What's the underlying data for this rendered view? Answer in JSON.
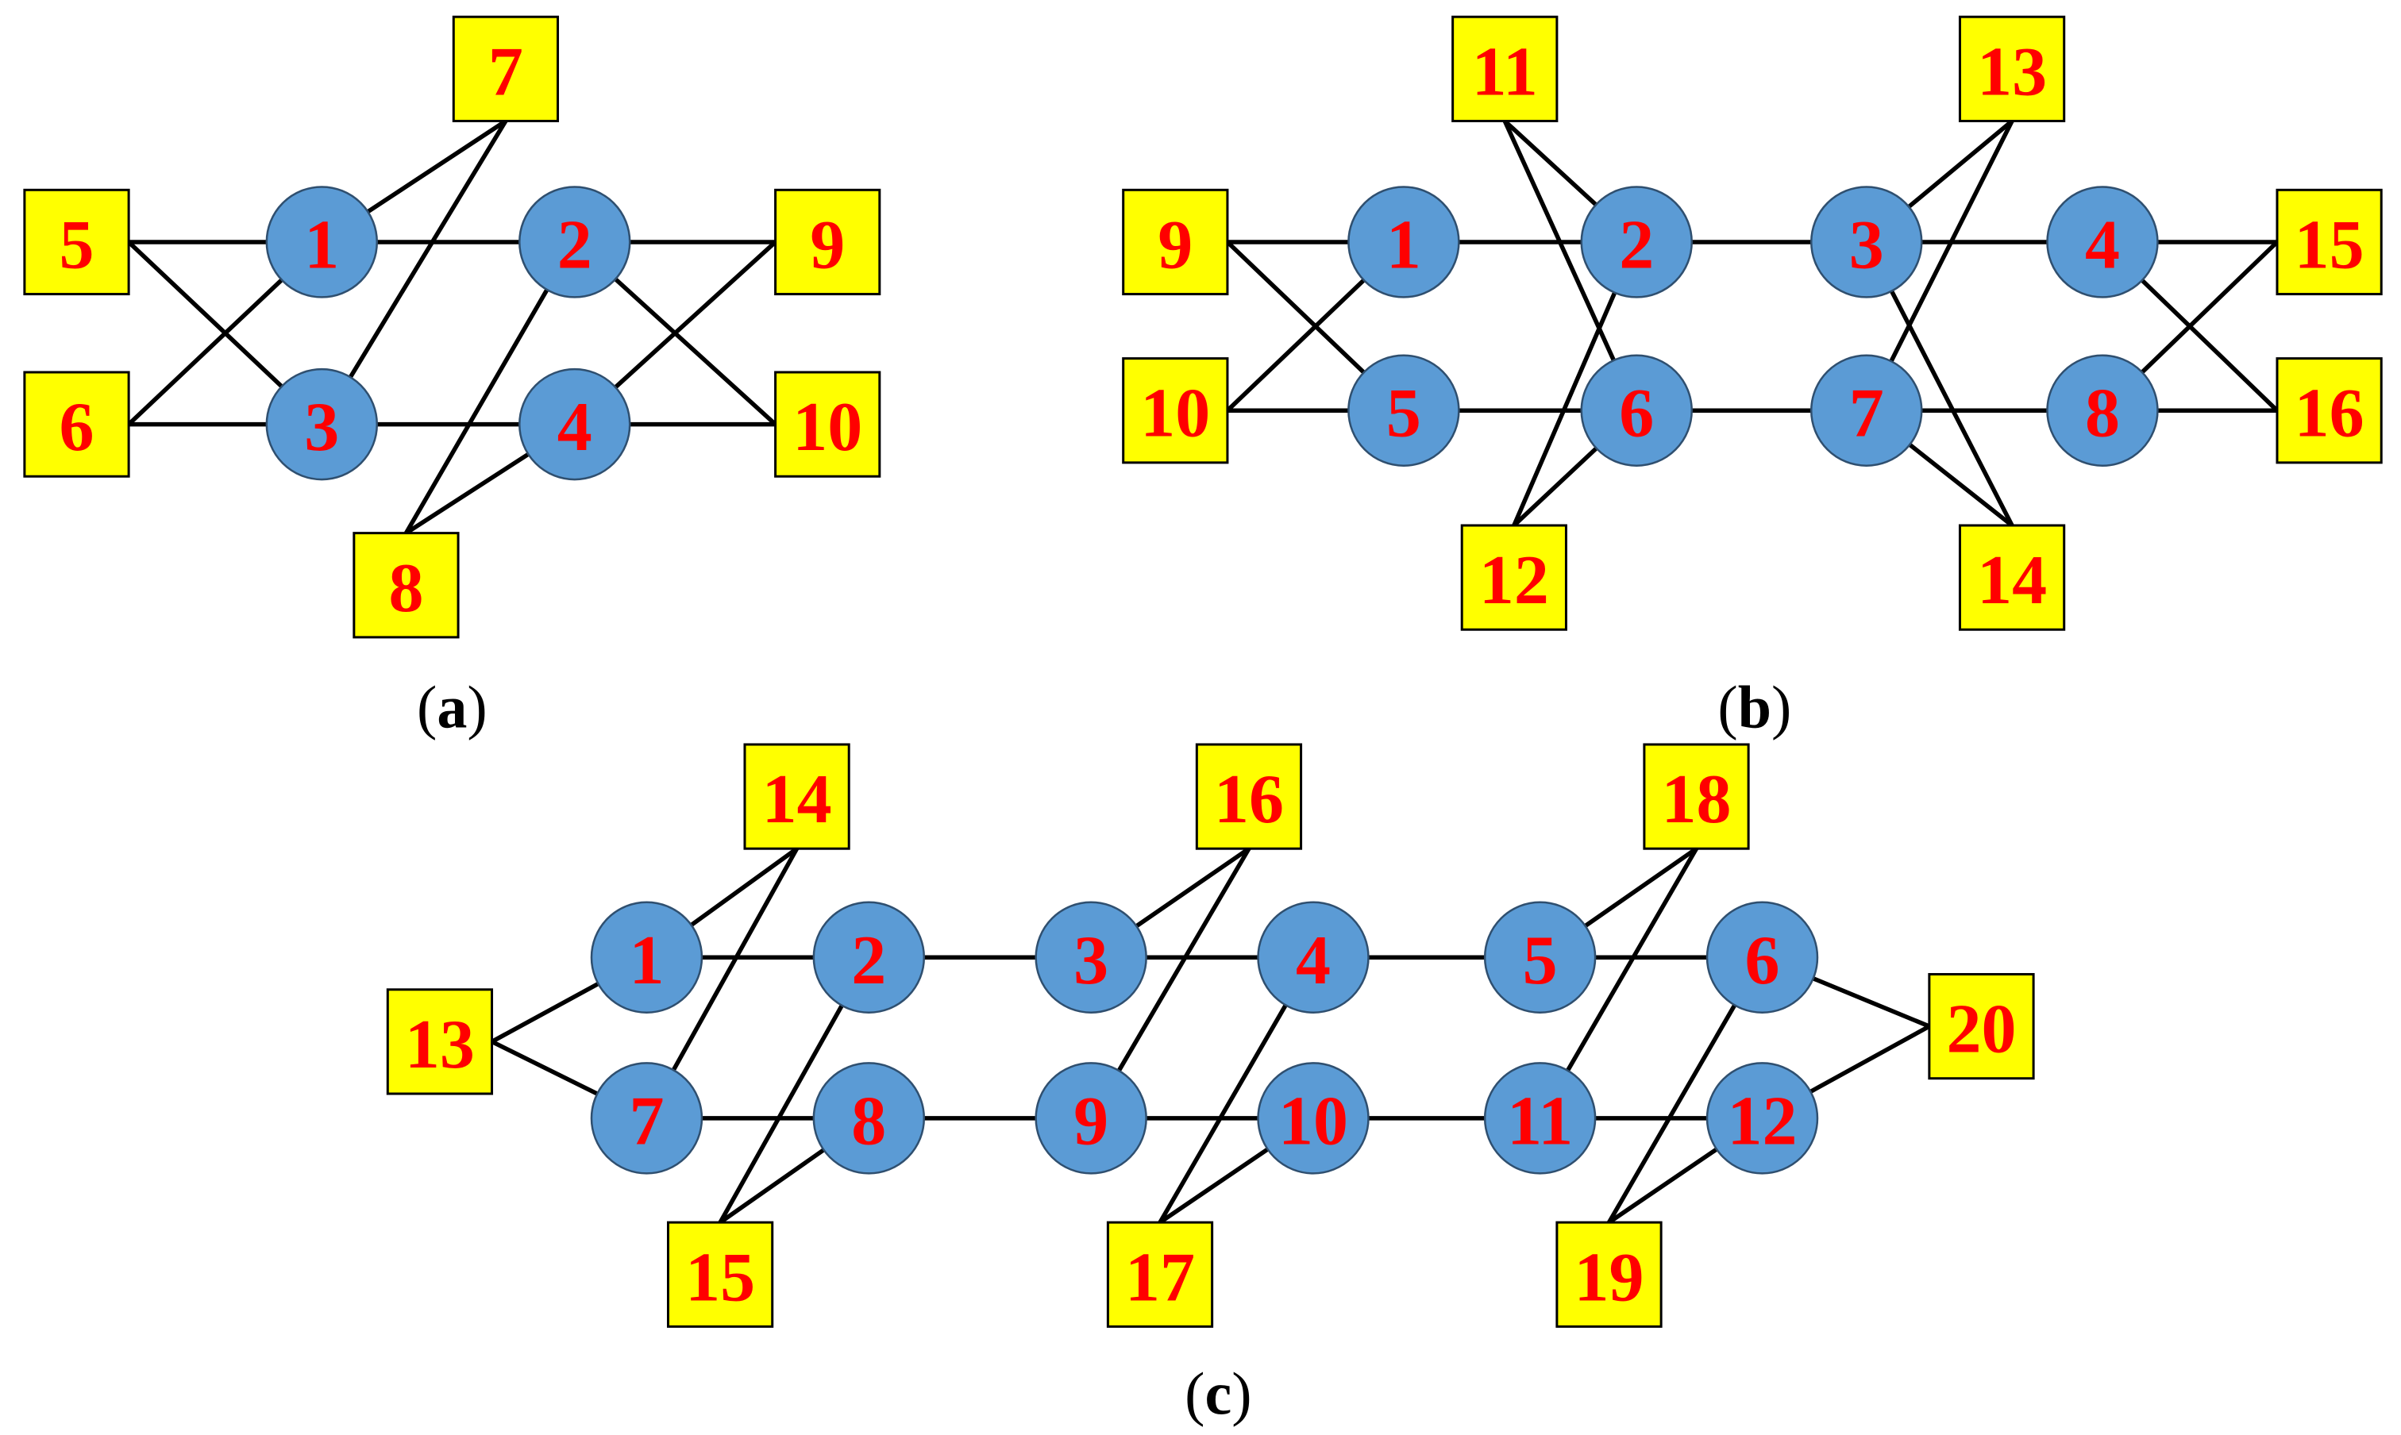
{
  "colors": {
    "circle_fill": "#5b9bd5",
    "square_fill": "#ffff00",
    "label_color": "#ff0000",
    "edge_color": "#000000"
  },
  "panels": [
    {
      "id": "a",
      "caption": "a",
      "nodes": [
        {
          "id": "1",
          "shape": "circle"
        },
        {
          "id": "2",
          "shape": "circle"
        },
        {
          "id": "3",
          "shape": "circle"
        },
        {
          "id": "4",
          "shape": "circle"
        },
        {
          "id": "5",
          "shape": "square"
        },
        {
          "id": "6",
          "shape": "square"
        },
        {
          "id": "7",
          "shape": "square"
        },
        {
          "id": "8",
          "shape": "square"
        },
        {
          "id": "9",
          "shape": "square"
        },
        {
          "id": "10",
          "shape": "square"
        }
      ],
      "edges": [
        [
          "1",
          "2"
        ],
        [
          "3",
          "4"
        ],
        [
          "5",
          "1"
        ],
        [
          "5",
          "3"
        ],
        [
          "6",
          "1"
        ],
        [
          "6",
          "3"
        ],
        [
          "7",
          "1"
        ],
        [
          "7",
          "3"
        ],
        [
          "8",
          "2"
        ],
        [
          "8",
          "4"
        ],
        [
          "2",
          "9"
        ],
        [
          "2",
          "10"
        ],
        [
          "4",
          "9"
        ],
        [
          "4",
          "10"
        ]
      ]
    },
    {
      "id": "b",
      "caption": "b",
      "nodes": [
        {
          "id": "1",
          "shape": "circle"
        },
        {
          "id": "2",
          "shape": "circle"
        },
        {
          "id": "3",
          "shape": "circle"
        },
        {
          "id": "4",
          "shape": "circle"
        },
        {
          "id": "5",
          "shape": "circle"
        },
        {
          "id": "6",
          "shape": "circle"
        },
        {
          "id": "7",
          "shape": "circle"
        },
        {
          "id": "8",
          "shape": "circle"
        },
        {
          "id": "9",
          "shape": "square"
        },
        {
          "id": "10",
          "shape": "square"
        },
        {
          "id": "11",
          "shape": "square"
        },
        {
          "id": "12",
          "shape": "square"
        },
        {
          "id": "13",
          "shape": "square"
        },
        {
          "id": "14",
          "shape": "square"
        },
        {
          "id": "15",
          "shape": "square"
        },
        {
          "id": "16",
          "shape": "square"
        }
      ],
      "edges": [
        [
          "1",
          "2"
        ],
        [
          "2",
          "3"
        ],
        [
          "3",
          "4"
        ],
        [
          "5",
          "6"
        ],
        [
          "6",
          "7"
        ],
        [
          "7",
          "8"
        ],
        [
          "9",
          "1"
        ],
        [
          "9",
          "5"
        ],
        [
          "10",
          "1"
        ],
        [
          "10",
          "5"
        ],
        [
          "11",
          "2"
        ],
        [
          "11",
          "6"
        ],
        [
          "12",
          "2"
        ],
        [
          "12",
          "6"
        ],
        [
          "13",
          "3"
        ],
        [
          "13",
          "7"
        ],
        [
          "14",
          "3"
        ],
        [
          "14",
          "7"
        ],
        [
          "4",
          "15"
        ],
        [
          "4",
          "16"
        ],
        [
          "8",
          "15"
        ],
        [
          "8",
          "16"
        ]
      ]
    },
    {
      "id": "c",
      "caption": "c",
      "nodes": [
        {
          "id": "1",
          "shape": "circle"
        },
        {
          "id": "2",
          "shape": "circle"
        },
        {
          "id": "3",
          "shape": "circle"
        },
        {
          "id": "4",
          "shape": "circle"
        },
        {
          "id": "5",
          "shape": "circle"
        },
        {
          "id": "6",
          "shape": "circle"
        },
        {
          "id": "7",
          "shape": "circle"
        },
        {
          "id": "8",
          "shape": "circle"
        },
        {
          "id": "9",
          "shape": "circle"
        },
        {
          "id": "10",
          "shape": "circle"
        },
        {
          "id": "11",
          "shape": "circle"
        },
        {
          "id": "12",
          "shape": "circle"
        },
        {
          "id": "13",
          "shape": "square"
        },
        {
          "id": "14",
          "shape": "square"
        },
        {
          "id": "15",
          "shape": "square"
        },
        {
          "id": "16",
          "shape": "square"
        },
        {
          "id": "17",
          "shape": "square"
        },
        {
          "id": "18",
          "shape": "square"
        },
        {
          "id": "19",
          "shape": "square"
        },
        {
          "id": "20",
          "shape": "square"
        }
      ],
      "edges": [
        [
          "1",
          "2"
        ],
        [
          "2",
          "3"
        ],
        [
          "3",
          "4"
        ],
        [
          "4",
          "5"
        ],
        [
          "5",
          "6"
        ],
        [
          "7",
          "8"
        ],
        [
          "8",
          "9"
        ],
        [
          "9",
          "10"
        ],
        [
          "10",
          "11"
        ],
        [
          "11",
          "12"
        ],
        [
          "13",
          "1"
        ],
        [
          "13",
          "7"
        ],
        [
          "14",
          "1"
        ],
        [
          "14",
          "7"
        ],
        [
          "15",
          "2"
        ],
        [
          "15",
          "8"
        ],
        [
          "16",
          "3"
        ],
        [
          "16",
          "9"
        ],
        [
          "17",
          "4"
        ],
        [
          "17",
          "10"
        ],
        [
          "18",
          "5"
        ],
        [
          "18",
          "11"
        ],
        [
          "19",
          "6"
        ],
        [
          "19",
          "12"
        ],
        [
          "6",
          "20"
        ],
        [
          "12",
          "20"
        ]
      ]
    }
  ]
}
